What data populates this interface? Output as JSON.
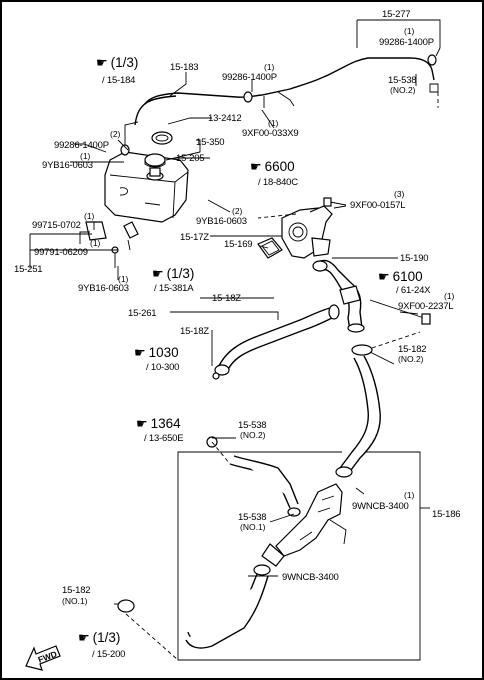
{
  "callouts": {
    "l_15_277": "15-277",
    "l_99286_1400p_right": "99286-1400P",
    "l_qty_top_right": "(1)",
    "l_15_538_no2": "15-538",
    "l_no2_a": "(NO.2)",
    "l_15_183": "15-183",
    "l_99286_1400p_mid": "99286-1400P",
    "l_qty_mid": "(1)",
    "l_ref13_fraction": "(1/3)",
    "l_15_184": "/ 15-184",
    "l_13_2412": "13-2412",
    "l_qty_2": "(2)",
    "l_99286_1400p_left": "99286-1400P",
    "l_qty_1_a": "(1)",
    "l_9yb16_0603_a": "9YB16-0603",
    "l_qty_1_b": "(1)",
    "l_9xf00_033x9": "9XF00-033X9",
    "l_15_350": "15-350",
    "l_15_205": "15-205",
    "l_ref6600": "6600",
    "l_18_840c": "/ 18-840C",
    "l_qty_3": "(3)",
    "l_9xf00_0157l": "9XF00-0157L",
    "l_qty_2_b": "(2)",
    "l_9yb16_0603_b": "9YB16-0603",
    "l_99715_0702": "99715-0702",
    "l_qty_1_c": "(1)",
    "l_qty_1_d": "(1)",
    "l_99791_06209": "99791-06209",
    "l_15_251": "15-251",
    "l_9yb16_0603_c": "9YB16-0603",
    "l_qty_1_e": "(1)",
    "l_15_17z": "15-17Z",
    "l_15_169": "15-169",
    "l_15_190": "15-190",
    "l_ref6100": "6100",
    "l_61_24x": "/ 61-24X",
    "l_qty_1_f": "(1)",
    "l_9xf00_2237l": "9XF00-2237L",
    "l_ref13b_fraction": "(1/3)",
    "l_15_381a": "/ 15-381A",
    "l_15_18z_top": "15-18Z",
    "l_15_261": "15-261",
    "l_15_18z_mid": "15-18Z",
    "l_ref1030": "1030",
    "l_10_300": "/ 10-300",
    "l_15_182_no2": "15-182",
    "l_no2_b": "(NO.2)",
    "l_ref1364": "1364",
    "l_13_650e": "/ 13-650E",
    "l_15_538_no2_b": "15-538",
    "l_no2_c": "(NO.2)",
    "l_qty_1_g": "(1)",
    "l_9wncb_3400_a": "9WNCB-3400",
    "l_15_186": "15-186",
    "l_15_538_no1": "15-538",
    "l_no1_a": "(NO.1)",
    "l_9wncb_3400_b": "9WNCB-3400",
    "l_15_182_no1": "15-182",
    "l_no1_b": "(NO.1)",
    "l_ref15200_fraction": "(1/3)",
    "l_15_200": "/ 15-200",
    "fwd": "FWD"
  }
}
